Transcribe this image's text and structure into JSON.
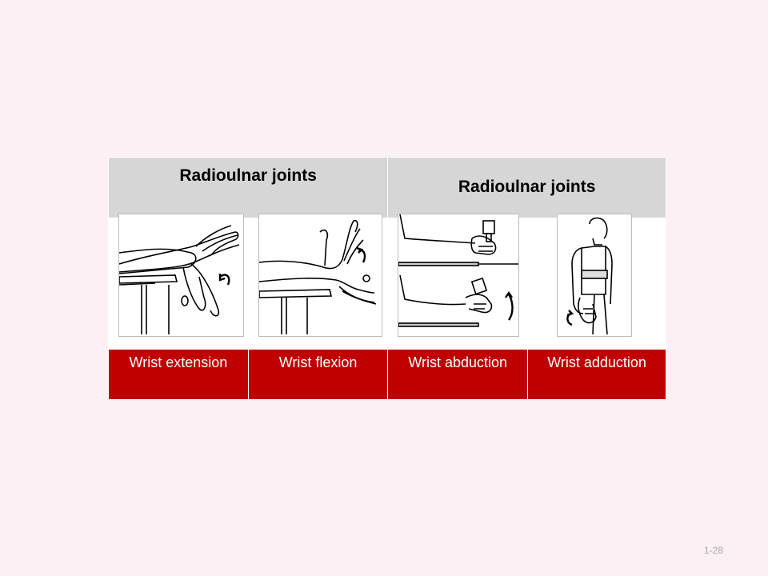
{
  "table": {
    "header_left": "Radioulnar joints",
    "header_right": "Radioulnar joints",
    "labels": [
      "Wrist extension",
      "Wrist flexion",
      "Wrist abduction",
      "Wrist adduction"
    ]
  },
  "icons": [
    "wrist-extension-illustration",
    "wrist-flexion-illustration",
    "wrist-abduction-illustration",
    "wrist-adduction-illustration",
    "curved-arrow-icon"
  ],
  "colors": {
    "background": "#fbf0f4",
    "header": "#d6d6d6",
    "label_row": "#c00000",
    "label_text": "#ffffff"
  },
  "footer": {
    "page_number": "1-28"
  }
}
